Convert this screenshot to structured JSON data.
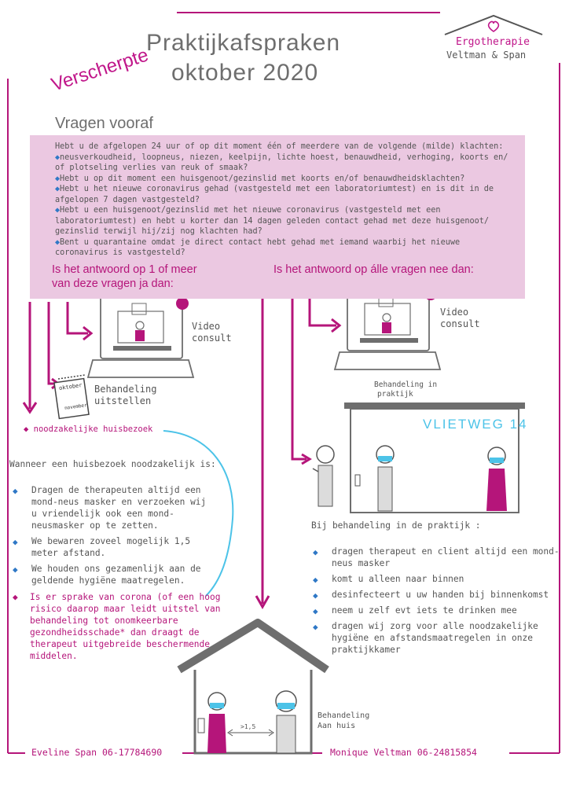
{
  "header": {
    "stamp": "Verscherpte",
    "title_line1": "Praktijkafspraken",
    "title_line2": "oktober  2020"
  },
  "brand": {
    "line1": "Ergotherapie",
    "line2": "Veltman & Span",
    "heart_icon": "heart-icon",
    "house_icon": "house-roof-icon"
  },
  "questions": {
    "heading": "Vragen vooraf",
    "intro": "Hebt u de afgelopen 24 uur of op dit moment één of meerdere van de volgende (milde) klachten:",
    "items": [
      "neusverkoudheid, loopneus, niezen, keelpijn, lichte hoest, benauwdheid, verhoging, koorts en/ of plotseling verlies van reuk of smaak?",
      "Hebt u op dit moment een huisgenoot/gezinslid met koorts en/of benauwdheidsklachten?",
      "Hebt u het nieuwe coronavirus gehad (vastgesteld met een laboratoriumtest) en is dit in de afgelopen 7 dagen vastgesteld?",
      "Hebt u een huisgenoot/gezinslid met het nieuwe coronavirus (vastgesteld met een laboratoriumtest) en hebt u korter dan 14 dagen geleden contact gehad met deze huisgenoot/ gezinslid terwijl hij/zij nog klachten had?",
      "Bent u  quarantaine omdat je direct contact hebt gehad met iemand waarbij het nieuwe coronavirus is vastgesteld?"
    ]
  },
  "left_branch": {
    "answer_line1": "Is het antwoord op 1 of meer",
    "answer_line2": "van deze vragen ja dan:",
    "video_label1": "Video",
    "video_label2": "consult",
    "postpone_label1": "Behandeling",
    "postpone_label2": "uitstellen",
    "calendar_top": "oktober",
    "calendar_bottom": "november",
    "home_visit": "noodzakelijke huisbezoek",
    "home_visit_heading": "Wanneer een huisbezoek noodzakelijk is:",
    "home_rules": [
      "Dragen de therapeuten  altijd een mond-neus masker en verzoeken wij u vriendelijk ook een mond-neusmasker op te zetten.",
      "We bewaren zoveel mogelijk 1,5 meter afstand.",
      "We houden ons gezamenlijk aan de geldende hygiëne maatregelen."
    ],
    "home_rule_pink": "Is  er sprake van  corona  (of een hoog risico daarop maar leidt uitstel van behandeling  tot onomkeerbare gezondheidsschade*  dan draagt de therapeut uitgebreide beschermende middelen.",
    "home_label1": "Behandeling",
    "home_label2": "Aan huis",
    "distance": ">1,5"
  },
  "right_branch": {
    "answer": "Is het antwoord op álle vragen nee dan:",
    "video_label1": "Video",
    "video_label2": "consult",
    "practice_label1": "Behandeling in",
    "practice_label2": "praktijk",
    "practice_sign": "VLIETWEG 14",
    "practice_heading": "Bij behandeling in de praktijk :",
    "practice_rules": [
      "dragen  therapeut en client altijd een  mond-neus masker",
      "komt u alleen naar binnen",
      "desinfecteert u uw handen bij binnenkomst",
      "neem u zelf evt iets te drinken mee",
      "dragen wij zorg voor alle noodzakelijke hygiëne en afstandsmaatregelen in onze praktijkkamer"
    ]
  },
  "footer": {
    "left": "Eveline Span  06-17784690",
    "right": "Monique Veltman 06-24815854"
  },
  "colors": {
    "magenta": "#b5157a",
    "pink_box": "#ebc8e1",
    "blue": "#2f78c6",
    "cyan": "#4cc3e8",
    "grey": "#6e6e6e"
  }
}
